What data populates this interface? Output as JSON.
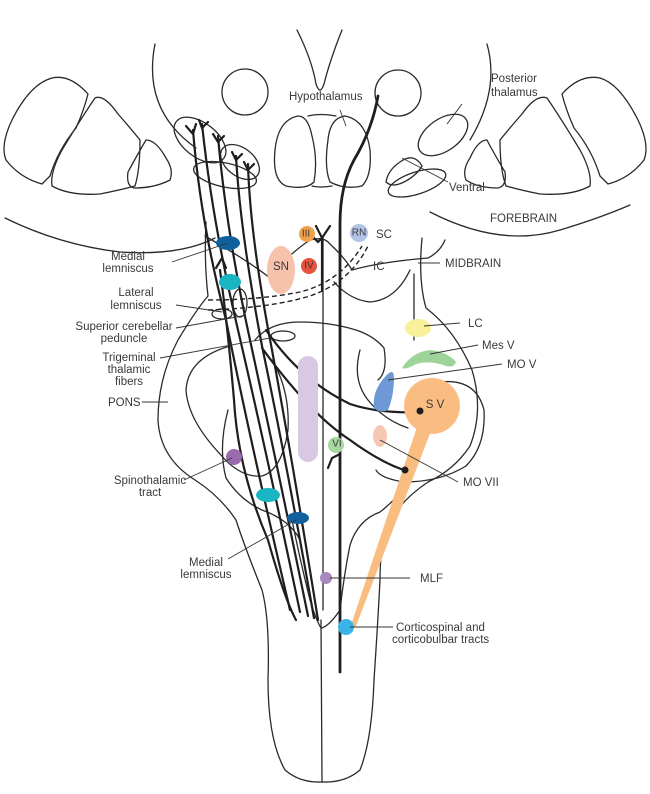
{
  "figure": {
    "title": "Brainstem dorsal view with ascending/descending tracts and nuclei",
    "region_labels": {
      "forebrain": "FOREBRAIN",
      "midbrain": "MIDBRAIN",
      "pons": "PONS"
    },
    "forebrain_labels": {
      "hypothalamus": "Hypothalamus",
      "posterior_thalamus": [
        "Posterior",
        "thalamus"
      ],
      "ventral": "Ventral"
    },
    "left_labels": {
      "medial_lemniscus_upper": [
        "Medial",
        "lemniscus"
      ],
      "lateral_lemniscus": [
        "Lateral",
        "lemniscus"
      ],
      "superior_cerebellar_peduncle": [
        "Superior cerebellar",
        "peduncle"
      ],
      "trigeminal_thalamic_fibers": [
        "Trigeminal",
        "thalamic",
        "fibers"
      ],
      "spinothalamic_tract": [
        "Spinothalamic",
        "tract"
      ],
      "medial_lemniscus_lower": [
        "Medial",
        "lemniscus"
      ]
    },
    "right_labels": {
      "sc": "SC",
      "ic": "IC",
      "lc": "LC",
      "mes_v": "Mes V",
      "mo_v": "MO V",
      "mo_vii": "MO VII",
      "mlf": "MLF",
      "corticospinal": [
        "Corticospinal and",
        "corticobulbar tracts"
      ]
    },
    "nuclei": [
      {
        "id": "III",
        "label": "III",
        "color": "#F0A24A"
      },
      {
        "id": "IV",
        "label": "IV",
        "color": "#E5533D"
      },
      {
        "id": "RN",
        "label": "RN",
        "color": "#B3C3E6"
      },
      {
        "id": "SN",
        "label": "SN",
        "color": "#F6C2AC"
      },
      {
        "id": "VI",
        "label": "VI",
        "color": "#A6D8A0"
      },
      {
        "id": "SV",
        "label": "S V",
        "color": "#F9BD82"
      },
      {
        "id": "LC",
        "label": "",
        "color": "#F8F199"
      },
      {
        "id": "MesV",
        "label": "",
        "color": "#9ED49A"
      },
      {
        "id": "MOV",
        "label": "",
        "color": "#6E98D6"
      },
      {
        "id": "MOVII",
        "label": "",
        "color": "#F6C7B4"
      }
    ],
    "tract_colors": {
      "medial_lemniscus": "#11609E",
      "lateral_lemniscus": "#19B5C3",
      "spinothalamic": "#9A6AAE",
      "mlf": "#A889BE",
      "corticospinal_dot": "#3BB3E6",
      "central_purple_band": "#D9C8E2"
    }
  }
}
